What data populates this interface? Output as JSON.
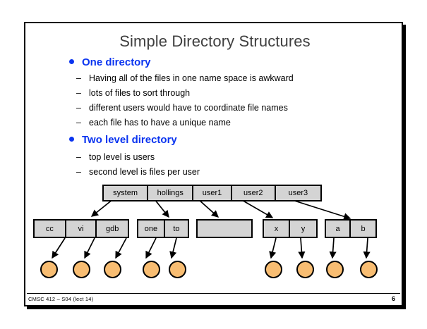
{
  "slide": {
    "title": "Simple Directory Structures",
    "footer_left": "CMSC 412 – S04  (lect 14)",
    "page_number": "6",
    "accent_color": "#0a34f0",
    "title_color": "#3f3f3f",
    "box_fill": "#d4d4d4",
    "node_fill": "#f8bd72"
  },
  "bullets": [
    {
      "label": "One directory",
      "subs": [
        "Having all of the files in one name space is awkward",
        "lots of files to sort through",
        "different users would have to coordinate file names",
        "each file has to have a unique name"
      ]
    },
    {
      "label": "Two level directory",
      "subs": [
        "top level is users",
        "second level is files per user"
      ]
    }
  ],
  "diagram": {
    "top_row": {
      "name": "root-directory-row",
      "cells": [
        "system",
        "hollings",
        "user1",
        "user2",
        "user3"
      ]
    },
    "second_row_groups": [
      {
        "name": "system-files",
        "cells": [
          "cc",
          "vi",
          "gdb"
        ]
      },
      {
        "name": "hollings-files",
        "cells": [
          "one",
          "to"
        ]
      },
      {
        "name": "user1-files",
        "cells": [
          ""
        ]
      },
      {
        "name": "user2-files",
        "cells": [
          "x",
          "y"
        ]
      },
      {
        "name": "user3-files",
        "cells": [
          "a",
          "b"
        ]
      }
    ],
    "leaf_nodes": [
      "cc-file",
      "vi-file",
      "gdb-file",
      "one-file",
      "to-file",
      "x-file",
      "y-file",
      "a-file",
      "b-file"
    ]
  }
}
